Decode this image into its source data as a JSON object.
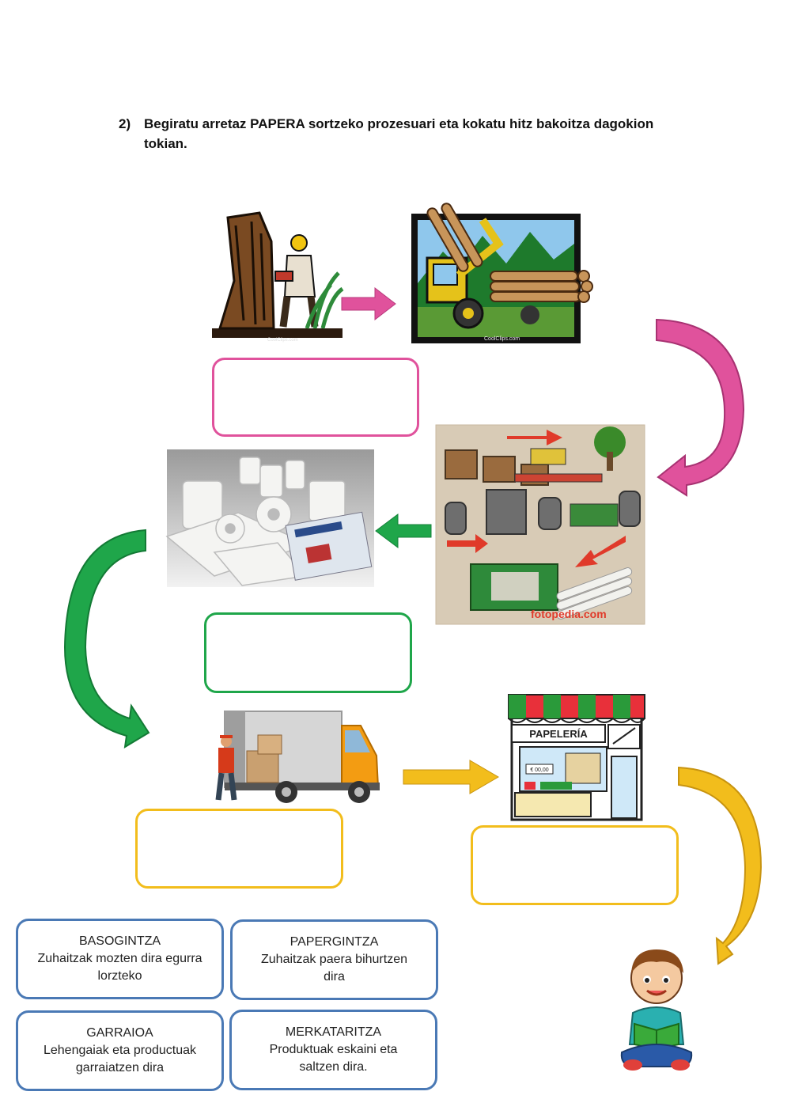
{
  "instruction": {
    "number": "2)",
    "text": "Begiratu arretaz PAPERA sortzeko prozesuari eta kokatu hitz bakoitza dagokion tokian."
  },
  "images": {
    "logger": {
      "credit": "CoolClips.com"
    },
    "log_truck": {
      "credit": "CoolClips.com"
    },
    "paper_mill": {
      "credit": "fotopedia.com"
    },
    "paper_products": {},
    "delivery_truck": {},
    "shop": {
      "sign": "PAPELERÍA",
      "price_tag": "€ 00,00"
    },
    "child_reading": {}
  },
  "cards": [
    {
      "title": "BASOGINTZA",
      "desc_line1": "Zuhaitzak mozten dira egurra",
      "desc_line2": "lorzteko"
    },
    {
      "title": "PAPERGINTZA",
      "desc_line1": "Zuhaitzak paera bihurtzen",
      "desc_line2": "dira"
    },
    {
      "title": "GARRAIOA",
      "desc_line1": "Lehengaiak eta productuak",
      "desc_line2": "garraiatzen dira"
    },
    {
      "title": "MERKATARITZA",
      "desc_line1": "Produktuak eskaini eta",
      "desc_line2": "saltzen dira."
    }
  ],
  "colors": {
    "pink": "#e0529c",
    "green": "#1fa64a",
    "yellow": "#f2bd1c",
    "card_border": "#4a79b5"
  }
}
